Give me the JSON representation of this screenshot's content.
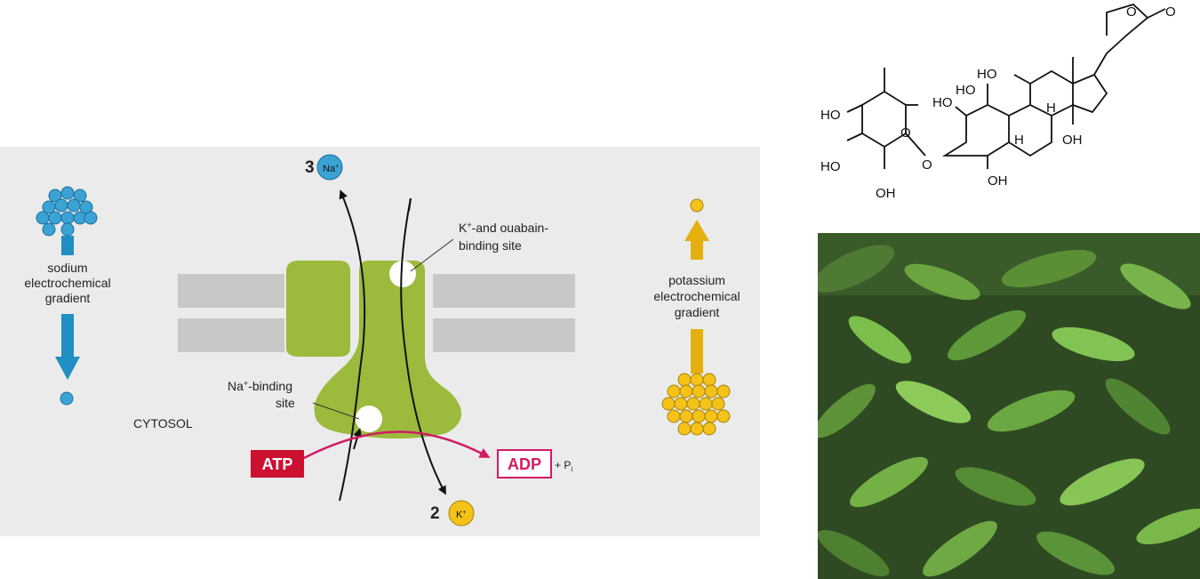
{
  "pump_diagram": {
    "sodium_gradient_label": [
      "sodium",
      "electrochemical",
      "gradient"
    ],
    "potassium_gradient_label": [
      "potassium",
      "electrochemical",
      "gradient"
    ],
    "na_count": "3",
    "na_ion": "Na",
    "na_ion_charge": "+",
    "k_count": "2",
    "k_ion": "K",
    "k_ion_charge": "+",
    "k_binding_site_label_line1": "K",
    "k_binding_site_label_line1_sup": "+",
    "k_binding_site_label_line1_rest": "-and ouabain-",
    "k_binding_site_label_line2": "binding site",
    "na_binding_site_label_line1": "Na",
    "na_binding_site_label_line1_sup": "+",
    "na_binding_site_label_line1_rest": "-binding",
    "na_binding_site_label_line2": "site",
    "cytosol_label": "CYTOSOL",
    "atp_label": "ATP",
    "adp_label": "ADP",
    "pi_label": "+ P",
    "pi_subscript": "i",
    "colors": {
      "panel_bg": "#ebebeb",
      "membrane": "#c8c8c8",
      "pump_protein": "#9cba3c",
      "sodium": "#3ba3d4",
      "sodium_arrow": "#1f8fc4",
      "potassium": "#f5c21a",
      "potassium_arrow": "#e4b00e",
      "atp": "#cc1030",
      "adp_arrow": "#d01a66"
    }
  },
  "chemical_structure": {
    "atom_labels": {
      "ho_1": "HO",
      "ho_2": "HO",
      "ho_3": "HO",
      "ho_4": "HO",
      "ho_5": "HO",
      "oh_1": "OH",
      "oh_2": "OH",
      "oh_3": "OH",
      "h_1": "H",
      "h_2": "H",
      "o_ring": "O",
      "o_link": "O",
      "o_lactone": "O",
      "o_carbonyl": "O"
    }
  },
  "photo": {
    "subject": "leafy green shrub"
  }
}
